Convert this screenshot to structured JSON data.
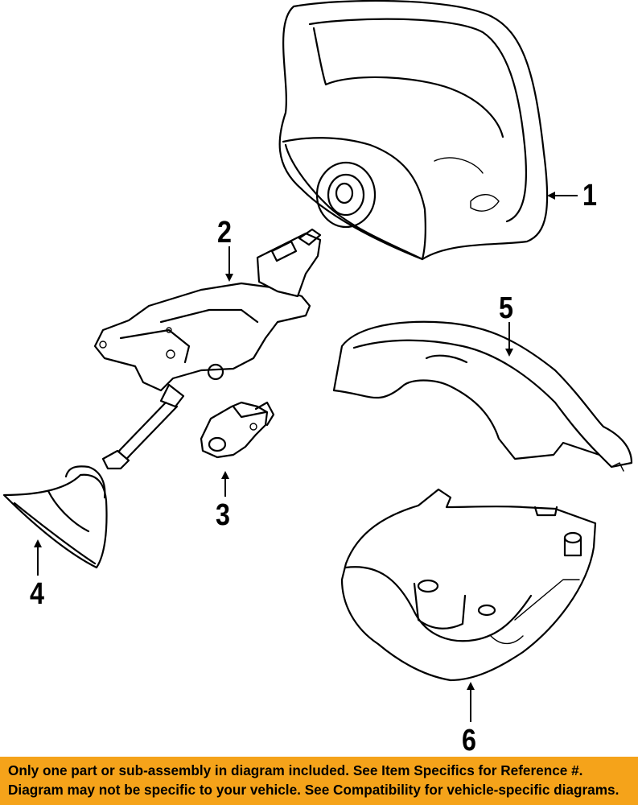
{
  "callouts": [
    {
      "label": "1"
    },
    {
      "label": "2"
    },
    {
      "label": "3"
    },
    {
      "label": "4"
    },
    {
      "label": "5"
    },
    {
      "label": "6"
    }
  ],
  "banner": {
    "line1": "Only one part or sub-assembly in diagram included. See Item Specifics for Reference #.",
    "line2": "Diagram may not be specific to your vehicle. See Compatibility for vehicle-specific diagrams."
  },
  "colors": {
    "banner_background": "#f5a31a",
    "line_art": "#000000",
    "background": "#ffffff"
  }
}
